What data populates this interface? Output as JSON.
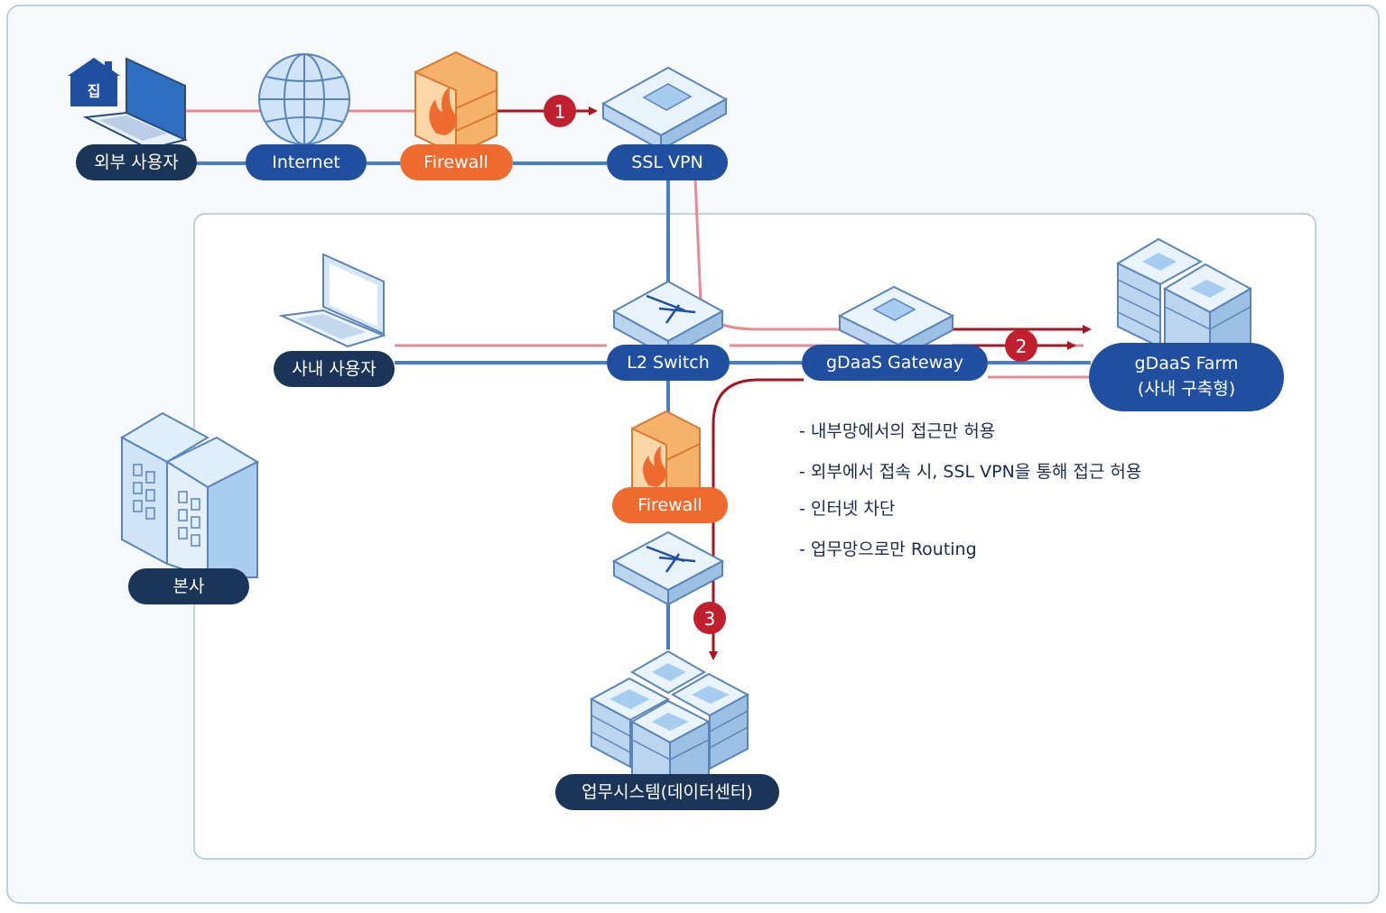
{
  "labels": {
    "home_badge": "집",
    "external_user": "외부 사용자",
    "internet": "Internet",
    "firewall_top": "Firewall",
    "ssl_vpn": "SSL VPN",
    "internal_user": "사내 사용자",
    "l2_switch": "L2 Switch",
    "gdaas_gateway": "gDaaS Gateway",
    "gdaas_farm_line1": "gDaaS Farm",
    "gdaas_farm_line2": "(사내 구축형)",
    "firewall_bottom": "Firewall",
    "headquarters": "본사",
    "business_system": "업무시스템(데이터센터)"
  },
  "steps": [
    "1",
    "2",
    "3"
  ],
  "notes": [
    "- 내부망에서의 접근만 허용",
    "- 외부에서 접속 시, SSL VPN을 통해 접근 허용",
    "- 인터넷 차단",
    "- 업무망으로만 Routing"
  ],
  "icons": [
    "house-icon",
    "laptop-icon",
    "globe-icon",
    "firewall-icon",
    "vpn-appliance-icon",
    "switch-icon",
    "gateway-icon",
    "server-farm-icon",
    "building-icon",
    "datacenter-icon"
  ],
  "colors": {
    "navy": "#1a3558",
    "blue": "#1f4f9e",
    "orange": "#ee6a2e",
    "red": "#c0202e",
    "line_blue": "#4a7ec2",
    "line_pink": "#e88a93",
    "background": "#f6f9fc",
    "frame": "#a9c3dc"
  }
}
